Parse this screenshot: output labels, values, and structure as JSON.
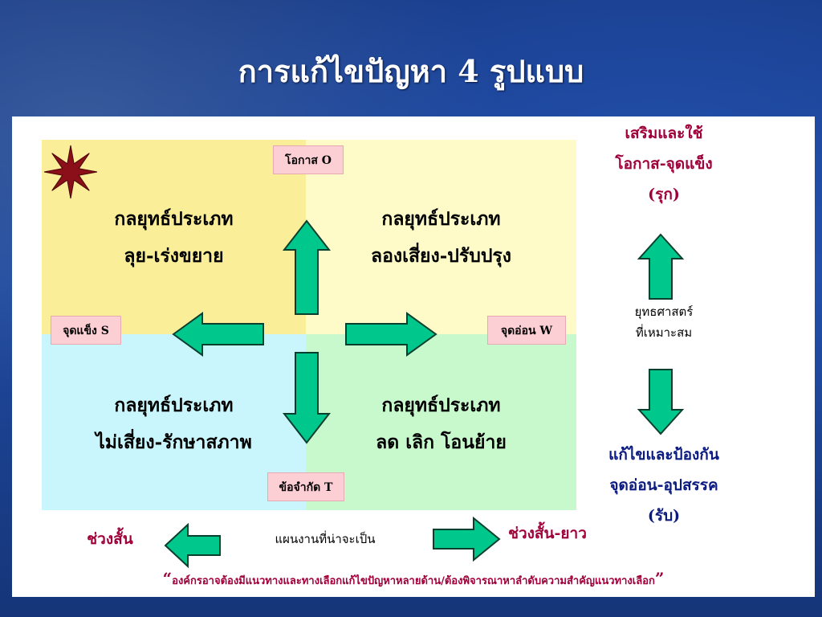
{
  "title": "การแก้ไขปัญหา 4 รูปแบบ",
  "quadrants": {
    "top_left": {
      "line1": "กลยุทธ์ประเภท",
      "line2": "ลุย-เร่งขยาย"
    },
    "top_right": {
      "line1": "กลยุทธ์ประเภท",
      "line2": "ลองเสี่ยง-ปรับปรุง"
    },
    "bottom_left": {
      "line1": "กลยุทธ์ประเภท",
      "line2": "ไม่เสี่ยง-รักษาสภาพ"
    },
    "bottom_right": {
      "line1": "กลยุทธ์ประเภท",
      "line2": "ลด เลิก โอนย้าย"
    }
  },
  "tags": {
    "opportunity": "โอกาส O",
    "strength": "จุดแข็ง S",
    "weakness": "จุดอ่อน W",
    "threat": "ข้อจำกัด T"
  },
  "right_panel": {
    "top": {
      "line1": "เสริมและใช้",
      "line2": "โอกาส-จุดแข็ง",
      "line3": "(รุก)"
    },
    "middle": {
      "line1": "ยุทธศาสตร์",
      "line2": "ที่เหมาะสม"
    },
    "bottom": {
      "line1": "แก้ไขและป้องกัน",
      "line2": "จุดอ่อน-อุปสรรค",
      "line3": "(รับ)"
    }
  },
  "bottom_row": {
    "left": "ช่วงสั้น",
    "center": "แผนงานที่น่าจะเป็น",
    "right": "ช่วงสั้น-ยาว"
  },
  "footer_quote": "องค์กรอาจต้องมีแนวทางและทางเลือกแก้ไขปัญหาหลายด้าน/ต้องพิจารณาหาลำดับความสำคัญแนวทางเลือก",
  "colors": {
    "arrow_fill": "#00c88c",
    "arrow_stroke": "#0a3f2e",
    "star_fill": "#8b0f18",
    "accent_maroon": "#a0003a",
    "accent_navy": "#0a1a80"
  },
  "icons": [
    "star-burst-icon",
    "arrow-up-icon",
    "arrow-down-icon",
    "arrow-left-icon",
    "arrow-right-icon"
  ]
}
